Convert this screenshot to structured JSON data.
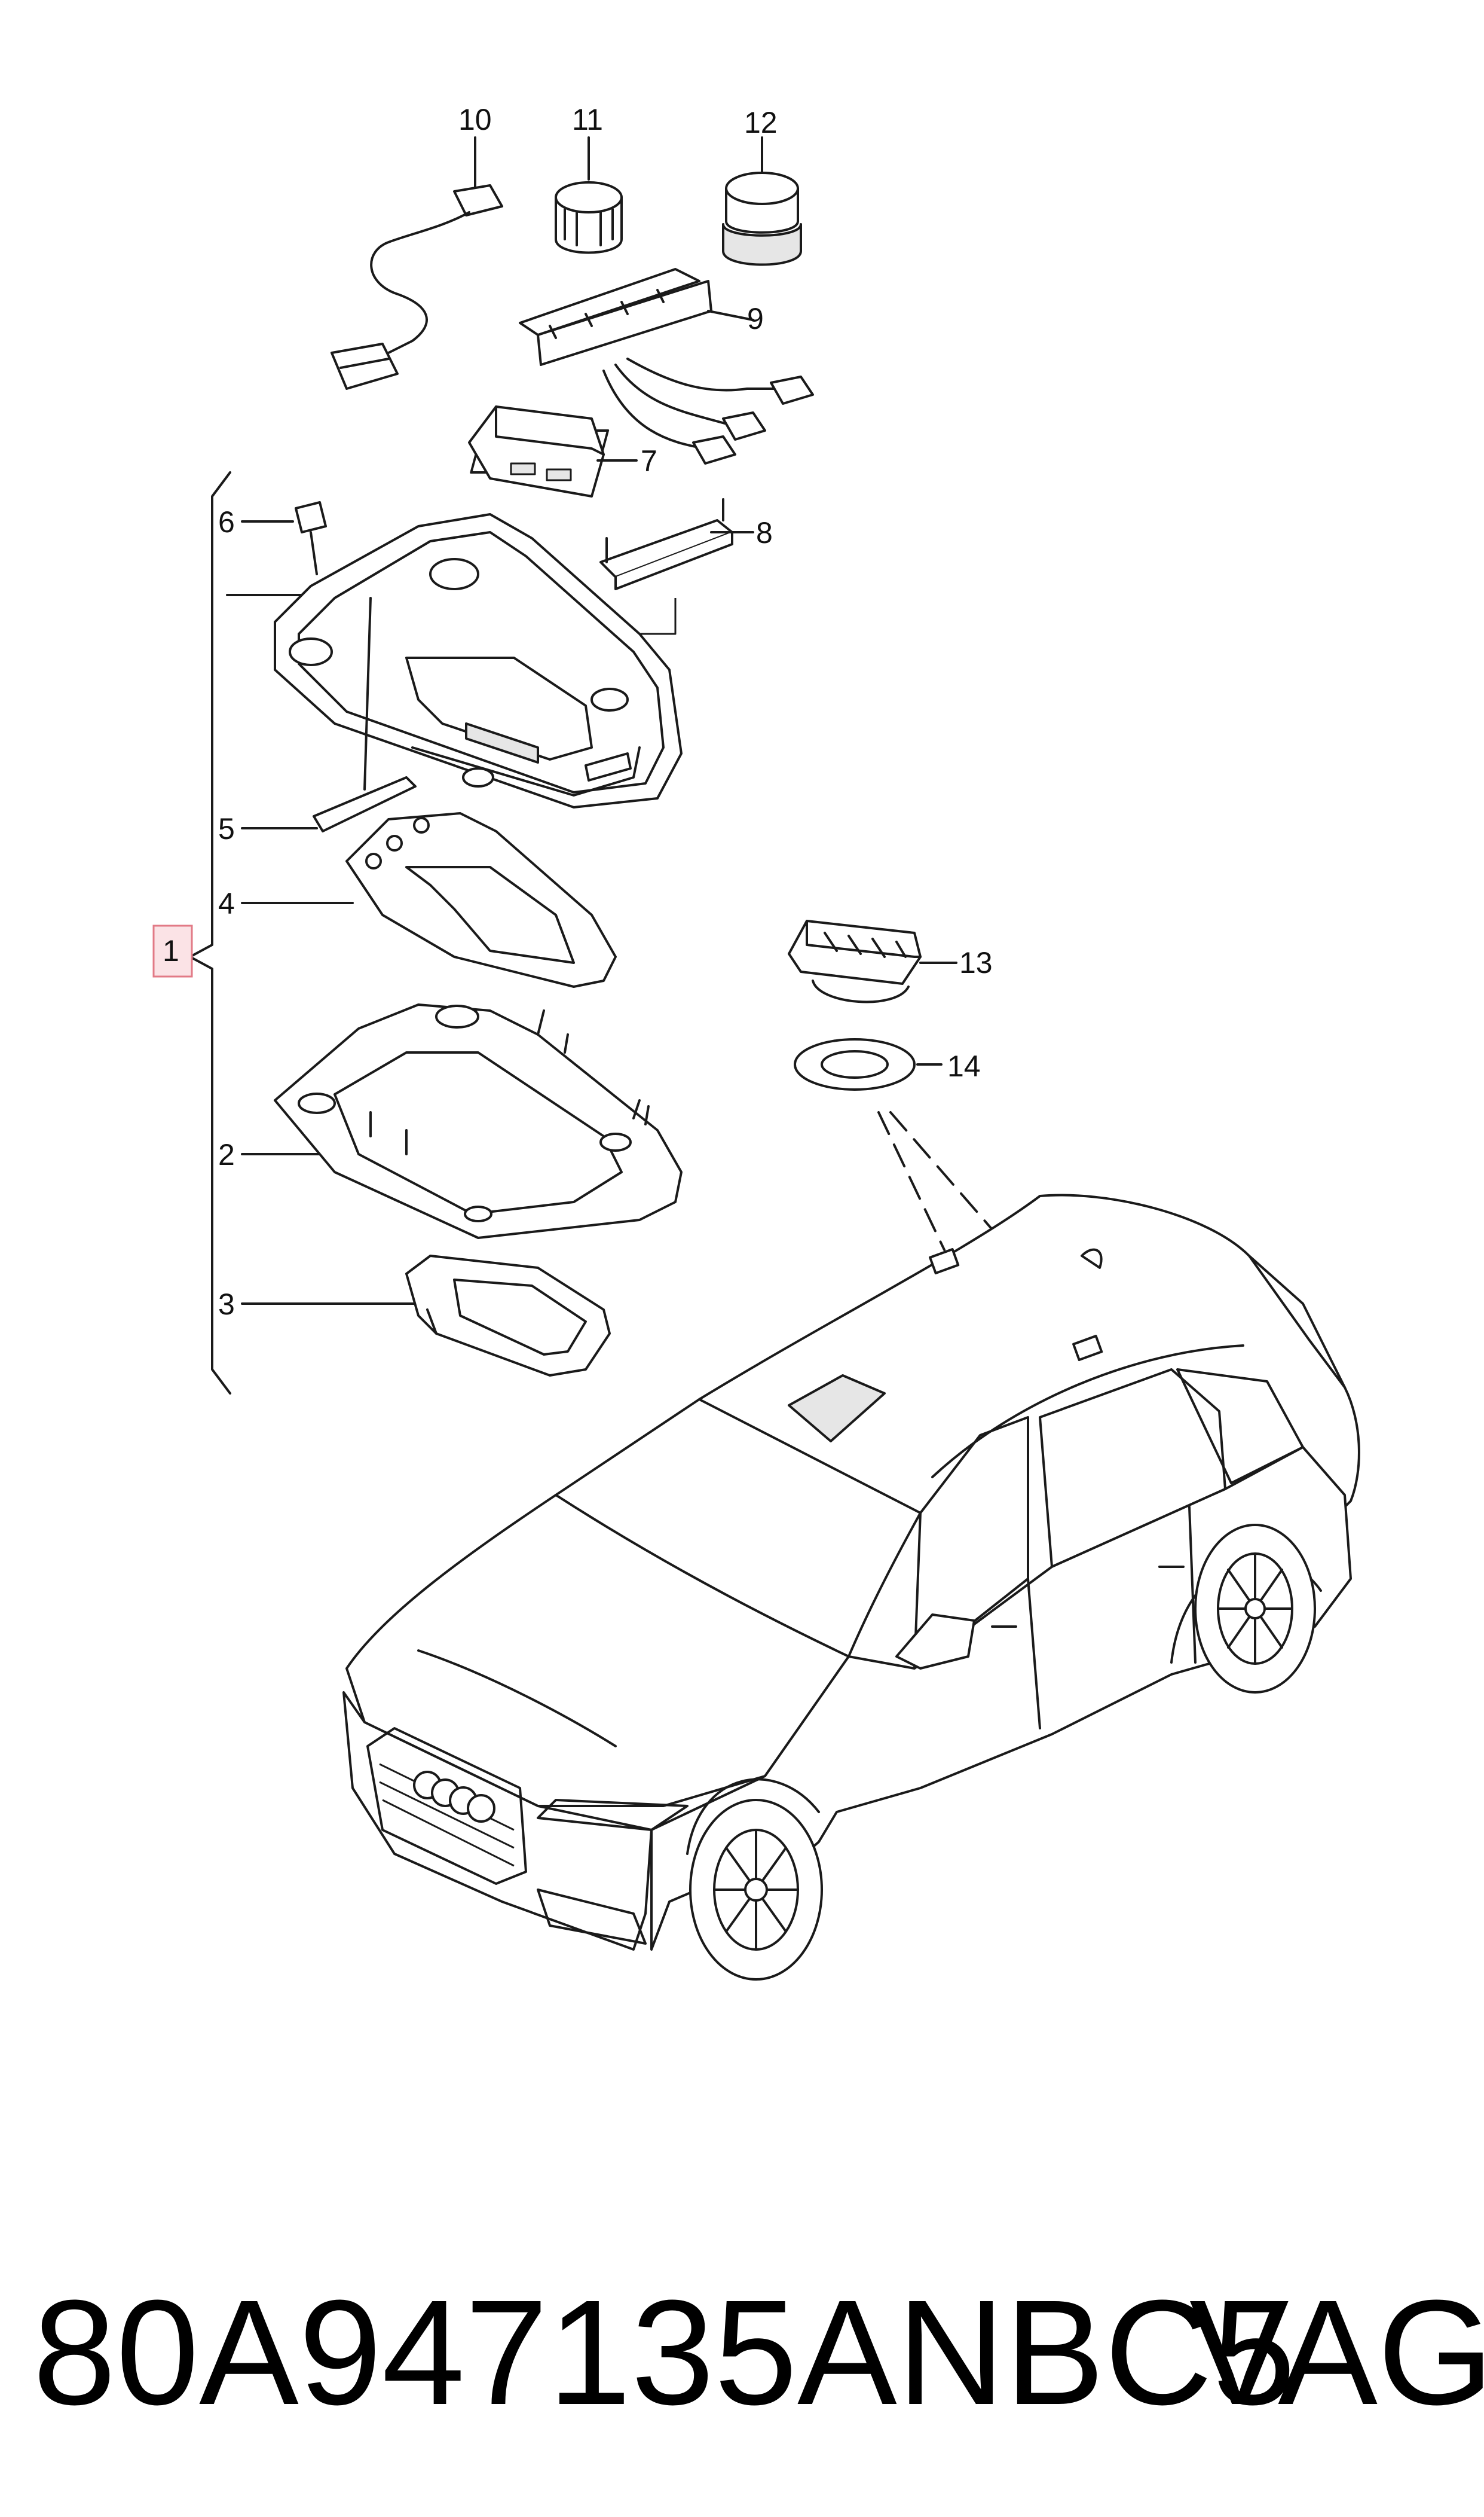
{
  "callouts": {
    "c1": "1",
    "c2": "2",
    "c3": "3",
    "c4": "4",
    "c5": "5",
    "c6": "6",
    "c7": "7",
    "c8": "8",
    "c9": "9",
    "c10": "10",
    "c11": "11",
    "c12": "12",
    "c13": "13",
    "c14": "14"
  },
  "footer": {
    "part_number": "80A947135ANBC5",
    "brand": "VAG"
  },
  "colors": {
    "line": "#1a1a1a",
    "highlight_border": "#e27a86",
    "highlight_fill": "#fbe3e6"
  }
}
